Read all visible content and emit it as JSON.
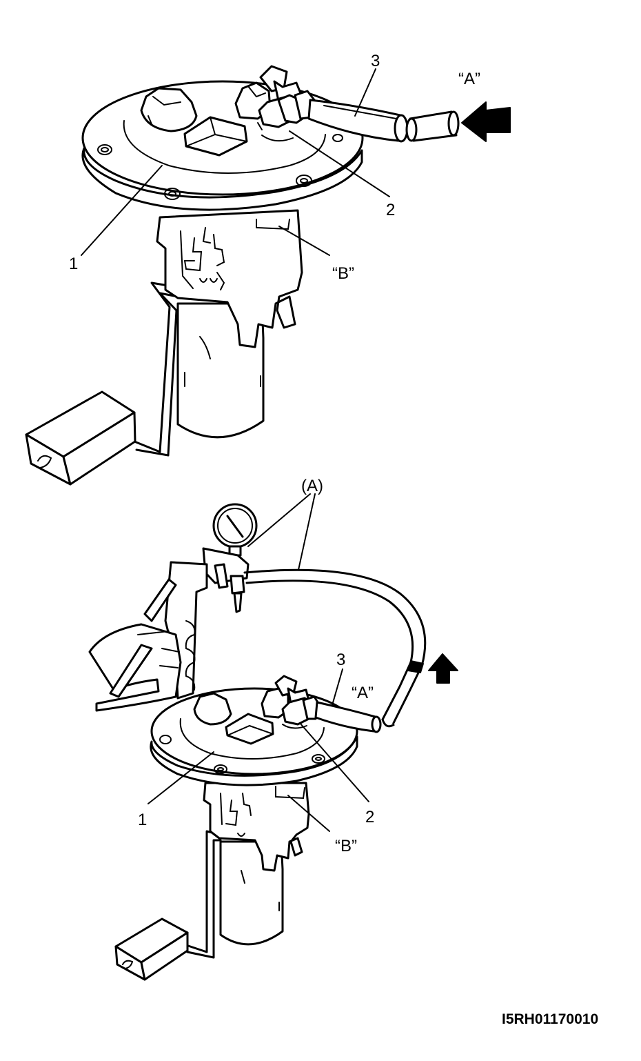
{
  "diagram": {
    "top": {
      "label_1": "1",
      "label_2": "2",
      "label_3": "3",
      "label_A": "“A”",
      "label_B": "“B”"
    },
    "bottom": {
      "label_tool": "(A)",
      "label_1": "1",
      "label_2": "2",
      "label_3": "3",
      "label_A": "“A”",
      "label_B": "“B”"
    },
    "figure_code": "I5RH01170010"
  }
}
